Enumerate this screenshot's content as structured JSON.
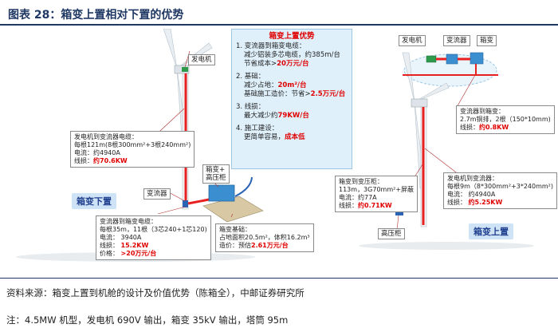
{
  "title": "图表 28：箱变上置相对下置的优势",
  "left": {
    "generator": "发电机",
    "converter": "变流器",
    "box_hv": "箱变+\n高压柜",
    "scheme": "箱变下置",
    "gen_cable": {
      "line1": "发电机到变流器电缆：",
      "line2": "每根121m(8根300mm²+3根240mm²)",
      "line3": "电流：约4940A",
      "line4_prefix": "线损：",
      "line4_value": "约70.6KW"
    },
    "conv_cable": {
      "line1": "变流器到箱变电缆：",
      "line2": "每根35m，11根（3芯240+1芯120)",
      "line3": "电流：    3940A",
      "line4_prefix": "线损：    ",
      "line4_value": "15.2KW",
      "line5_prefix": "价格：    ",
      "line5_value": ">20万元/台"
    },
    "foundation": {
      "line1": "箱变基础：",
      "line2": "占地面积20.5m²，体积16.2m³",
      "line3_prefix": "造价：预估",
      "line3_value": "2.61万元/台"
    }
  },
  "advantages": {
    "head": "箱变上置优势",
    "i1_l1": "1. 变流器到箱变电缆：",
    "i1_l2": "减少铝装多芯电缆，约385m/台",
    "i1_l3_prefix": "节省成本>",
    "i1_l3_value": "20万元/台",
    "i2_l1": "2. 基础：",
    "i2_l2_prefix": "减少占地：",
    "i2_l2_value": "20m²/台",
    "i2_l3_prefix": "基础施工造价：节省>",
    "i2_l3_value": "2.5万元/台",
    "i3_l1": "3. 线损：",
    "i3_l2_prefix": "最大减少约",
    "i3_l2_value": "79KW/台",
    "i4_l1": "4. 施工建设：",
    "i4_l2_prefix": "更简单容易，",
    "i4_l2_value": "成本低"
  },
  "right": {
    "generator": "发电机",
    "converter": "变流器",
    "box": "箱变",
    "hv": "高压柜",
    "scheme": "箱变上置",
    "conv_box_cable": {
      "line1": "变流器到箱变：",
      "line2": "2.7m铜排，2根（150*10mm)",
      "line3_prefix": "线损：",
      "line3_value": "约0.8KW"
    },
    "gen_conv_cable": {
      "line1": "发电机到变流器：",
      "line2": "每根9m（8*300mm²+3*240mm²)",
      "line3": "电流：  约4940A",
      "line4_prefix": "线损：  ",
      "line4_value": "约5.25KW"
    },
    "box_hv_cable": {
      "line1": "箱变到变压柜：",
      "line2": "113m，3G70mm²+屏蔽",
      "line3": "电流：约77A",
      "line4_prefix": "线损：",
      "line4_value": "约0.71KW"
    }
  },
  "source": "资料来源：箱变上置到机舱的设计及价值优势（陈箱全），中邮证券研究所",
  "note": "注：4.5MW 机型，发电机 690V 输出，箱变 35kV 输出，塔筒 95m"
}
